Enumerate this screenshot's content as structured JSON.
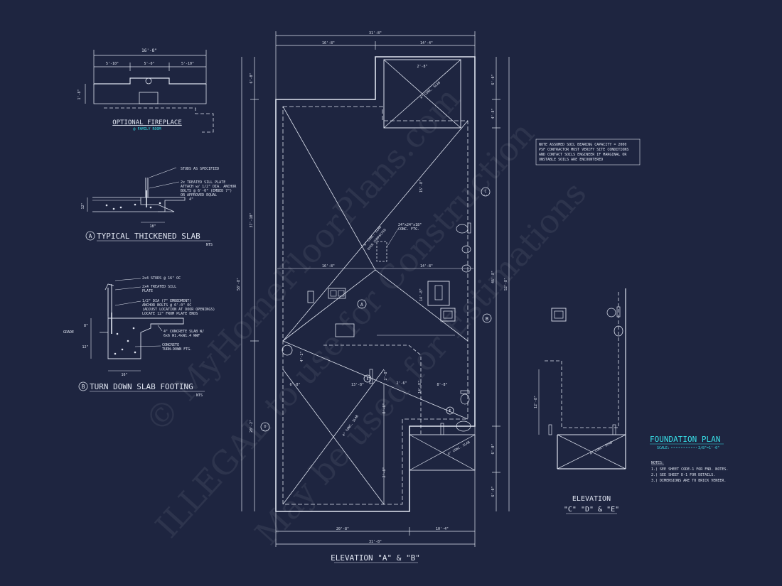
{
  "colors": {
    "background": "#1e2540",
    "line": "#dfe4f0",
    "accent": "#38e0e8"
  },
  "watermark": {
    "line1": "© MyHomeFloorPlans.com",
    "line2": "ILLEGAL to use for Construction",
    "line3": "May be used for Estimations"
  },
  "fireplace": {
    "title": "OPTIONAL FIREPLACE",
    "subtitle": "@ FAMILY ROOM",
    "dim_total": "16'-8\"",
    "dim_left": "5'-10\"",
    "dim_mid": "5'-0\"",
    "dim_right": "5'-10\"",
    "dim_depth": "1'-8\""
  },
  "detail_a": {
    "marker": "A",
    "title": "TYPICAL THICKENED SLAB",
    "scale": "NTS",
    "note_studs": "STUDS AS SPECIFIED",
    "note_plate": "2x TREATED SILL PLATE",
    "note_anchor": "ATTACH w/ 1/2\" DIA. ANCHOR",
    "note_bolts": "BOLTS @ 6'-0\" (EMBED 7\")",
    "note_equal": "OR APPROVED EQUAL",
    "dim_depth": "12\"",
    "dim_width": "18\"",
    "dim_slab": "4\""
  },
  "detail_b": {
    "marker": "B",
    "title": "TURN DOWN SLAB FOOTING",
    "scale": "NTS",
    "note_studs": "2x4 STUDS @ 16\" OC",
    "note_plate1": "2x4 TREATED SILL",
    "note_plate2": "PLATE",
    "note_anchor1": "1/2\" DIA (7\" EMBEDMENT)",
    "note_anchor2": "ANCHOR BOLTS @ 6'-0\" OC",
    "note_anchor3": "(ADJUST LOCATION AT DOOR OPENINGS)",
    "note_anchor4": "LOCATE 12\" FROM PLATE ENDS",
    "note_slab1": "4\" CONCRETE SLAB W/",
    "note_slab2": "6x6 W1.4xW1.4 WWF",
    "note_ftg1": "CONCRETE",
    "note_ftg2": "TURN-DOWN FTG.",
    "grade": "GRADE",
    "dim_grade": "8\"",
    "dim_depth": "12\"",
    "dim_width": "16\""
  },
  "plan": {
    "dim_top_total": "31'-8\"",
    "dim_top_left": "16'-8\"",
    "dim_top_right": "14'-4\"",
    "dim_bottom_left": "20'-8\"",
    "dim_bottom_right": "10'-4\"",
    "dim_bottom_total": "31'-8\"",
    "dim_left_total": "58'-8\"",
    "dim_left_upper": "37'-10\"",
    "dim_left_lower": "20'-2\"",
    "dim_left_top": "6'-0\"",
    "dim_right_total": "52'-8\"",
    "dim_right_mid": "46'-8\"",
    "dim_right_top": "6'-0\"",
    "dim_right_a": "4'-8\"",
    "dim_right_b": "6'-0\"",
    "dim_right_c": "6'-0\"",
    "dim_mid_left": "16'-8\"",
    "dim_mid_right": "14'-8\"",
    "dim_a": "6'-8\"",
    "dim_b": "13'-8\"",
    "dim_c": "8'-8\"",
    "dim_d": "4'-2\"",
    "dim_e": "2'-8\"",
    "dim_f": "2'-8\"",
    "dim_g": "14'-8\"",
    "dim_h": "15'-8\"",
    "dim_i": "14'-8\"",
    "dim_j": "2'-6\"",
    "dim_porch": "2'-8\"",
    "slab_note": "4\" CONC. SLAB",
    "slab_note2": "OVER COMPACTED",
    "conc_ftg1": "24\"x24\"x18\"",
    "conc_ftg2": "CONC. FTG.",
    "marker_a": "A",
    "marker_b": "B",
    "marker_c": "C",
    "marker_d": "D",
    "marker_e": "E",
    "detail_ref": "D-1",
    "elevation_label": "ELEVATION \"A\" & \"B\""
  },
  "soil_note": {
    "line1": "NOTE ASSUMED SOIL BEARING CAPACITY = 2000",
    "line2": "PSF CONTRACTOR MUST VERIFY SITE CONDITIONS",
    "line3": "AND CONTACT SOILS ENGINEER IF MARGINAL OR",
    "line4": "UNSTABLE SOILS ARE ENCOUNTERED"
  },
  "elevation_cde": {
    "title1": "ELEVATION",
    "title2": "\"C\" \"D\" & \"E\"",
    "dim": "12'-8\"",
    "slab": "4\" CONC. SLAB"
  },
  "foundation": {
    "title": "FOUNDATION PLAN",
    "scale_label": "SCALE:",
    "scale_value": "3/8\"=1'-0\"",
    "notes_title": "NOTES:",
    "note1": "1.) SEE SHEET CODE-1 FOR FND. NOTES.",
    "note2": "2.) SEE SHEET D-1 FOR DETAILS.",
    "note3": "3.) DIMENSIONS ARE TO BRICK VENEER."
  }
}
